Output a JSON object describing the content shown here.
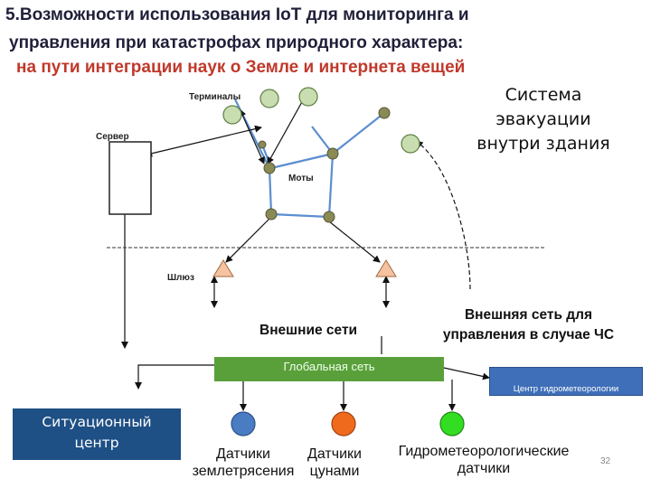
{
  "title": {
    "line1": "5.Возможности использования IoT для мониторинга  и",
    "line2": "управления при катастрофах природного характера:",
    "line3": "на пути интеграции наук о Земле и интернета вещей"
  },
  "diagram": {
    "terminals_label": "Терминалы",
    "server_label": "Сервер",
    "motes_label": "Моты",
    "gateway_label": "Шлюз",
    "external_networks_label": "Внешние сети",
    "evacuation_system_label": [
      "Система",
      "эвакуации",
      "внутри здания"
    ],
    "external_network_label": [
      "Внешняя  сеть для",
      "управления в случае ЧС"
    ],
    "global_network_label": "Глобальная сеть",
    "hydro_center_label": "Центр гидрометеорологии",
    "situation_center_label": [
      "Ситуационный",
      "центр"
    ],
    "sensors": [
      {
        "label_lines": [
          "Датчики",
          "землетрясения"
        ],
        "color": "#4a7cc4"
      },
      {
        "label_lines": [
          "Датчики",
          "цунами"
        ],
        "color": "#f06a1e"
      },
      {
        "label_lines": [
          "Гидрометеорологические",
          "датчики"
        ],
        "color": "#33dd22"
      }
    ]
  },
  "colors": {
    "node_light": "#c8ddb0",
    "node_dark": "#8a8a55",
    "link_blue": "#5b8ed0",
    "gateway": "#f5c3a0",
    "title_dark": "#1f1f3a",
    "title_red": "#c0392b"
  },
  "page_number": "32"
}
